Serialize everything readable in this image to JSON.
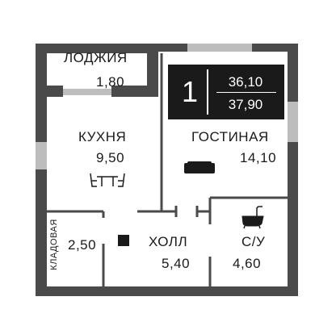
{
  "summary": {
    "rooms": "1",
    "total_area": "36,10",
    "area_with_loggia": "37,90"
  },
  "rooms": {
    "loggia": {
      "name": "ЛОДЖИЯ",
      "area": "1,80"
    },
    "kitchen": {
      "name": "КУХНЯ",
      "area": "9,50"
    },
    "living": {
      "name": "ГОСТИНАЯ",
      "area": "14,10"
    },
    "storage": {
      "name": "КЛАДОВАЯ",
      "area": "2,50"
    },
    "hall": {
      "name": "ХОЛЛ",
      "area": "5,40"
    },
    "bathroom": {
      "name": "С/У",
      "area": "4,60"
    }
  },
  "colors": {
    "wall": "#4a4a4a",
    "window": "#bdbdbd",
    "ink": "#1a1a1a",
    "background": "#ffffff"
  },
  "icons": [
    "dining-table-icon",
    "sofa-icon",
    "bathtub-icon",
    "shaft-icon"
  ]
}
